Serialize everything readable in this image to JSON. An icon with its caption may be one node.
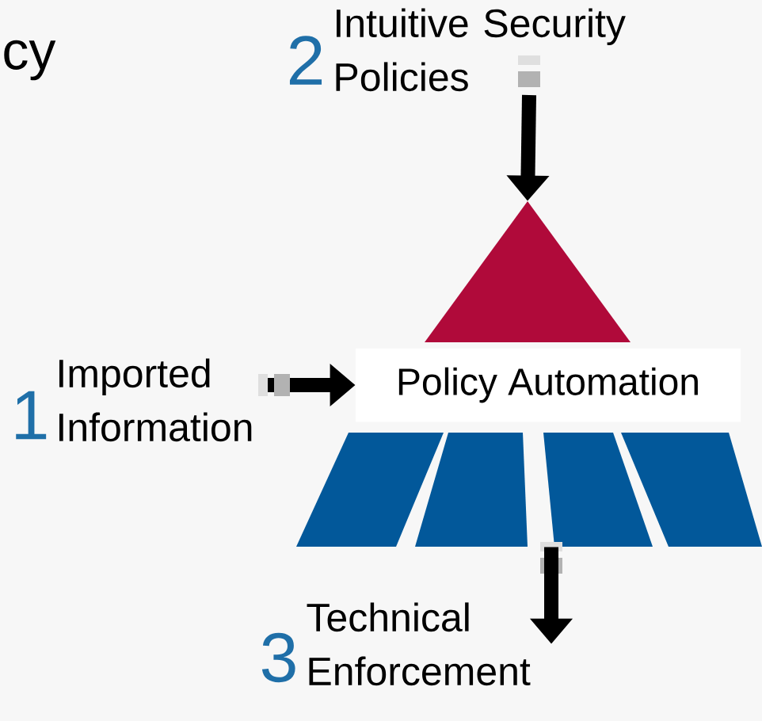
{
  "diagram": {
    "nodes": [
      {
        "text": [
          "Intuitive Security Policies"
        ],
        "beside": [
          "2"
        ]
      },
      {
        "text": [],
        "shape": "triangle"
      },
      {
        "text": [
          "Policy Automation"
        ]
      },
      {
        "text": [
          "Imported Information"
        ],
        "beside": [
          "1"
        ]
      },
      {
        "text": [],
        "shape": "bar"
      },
      {
        "text": [
          "Technical Enforcement"
        ],
        "beside": [
          "3"
        ]
      }
    ],
    "edges": [
      {
        "from": 0,
        "to": 1,
        "arrow": "to"
      },
      {
        "from": 3,
        "to": 2,
        "arrow": "to"
      },
      {
        "from": 4,
        "to": 5,
        "arrow": "to"
      }
    ],
    "labels": [
      "cy"
    ]
  }
}
